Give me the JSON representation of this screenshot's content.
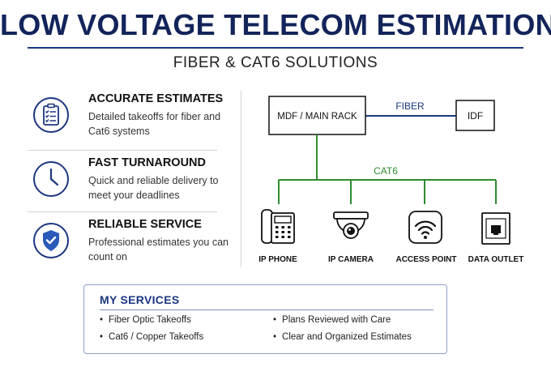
{
  "header": {
    "title": "LOW VOLTAGE TELECOM ESTIMATION",
    "subtitle": "FIBER & CAT6 SOLUTIONS"
  },
  "features": [
    {
      "icon": "clipboard-checklist-icon",
      "title": "ACCURATE ESTIMATES",
      "description": "Detailed takeoffs for fiber and Cat6 systems"
    },
    {
      "icon": "clock-icon",
      "title": "FAST TURNAROUND",
      "description": "Quick and reliable delivery to meet your deadlines"
    },
    {
      "icon": "shield-check-icon",
      "title": "RELIABLE SERVICE",
      "description": "Professional estimates you can count on"
    }
  ],
  "diagram": {
    "main_rack_label": "MDF / MAIN RACK",
    "idf_label": "IDF",
    "fiber_label": "FIBER",
    "cat6_label": "CAT6",
    "endpoints": [
      {
        "icon": "phone-icon",
        "label": "IP PHONE"
      },
      {
        "icon": "camera-icon",
        "label": "IP CAMERA"
      },
      {
        "icon": "wifi-icon",
        "label": "ACCESS POINT"
      },
      {
        "icon": "data-outlet-icon",
        "label": "DATA OUTLET"
      }
    ],
    "colors": {
      "fiber": "#1b3680",
      "cat6": "#2e8b2e"
    }
  },
  "services": {
    "title": "MY SERVICES",
    "items": [
      "Fiber Optic Takeoffs",
      "Cat6 / Copper Takeoffs",
      "Plans Reviewed with Care",
      "Clear and Organized Estimates"
    ],
    "bullet": "•"
  },
  "colors": {
    "brand": "#12245a",
    "accent": "#1b3680"
  }
}
